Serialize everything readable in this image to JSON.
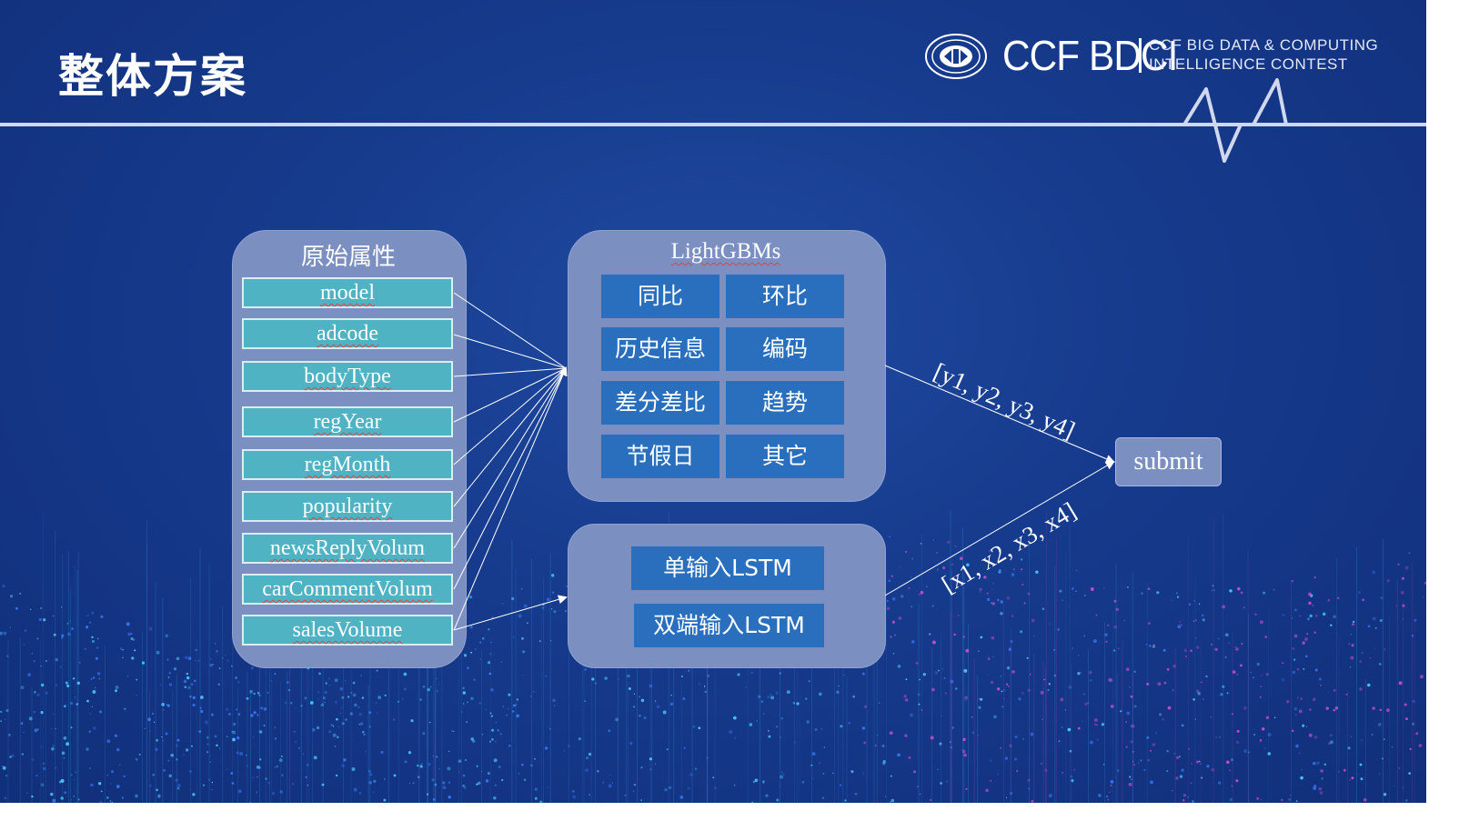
{
  "slide": {
    "title": "整体方案",
    "logo": {
      "emblem_icon": "ccf-emblem-icon",
      "wordmark": "CCF BDCI",
      "tagline_line1": "CCF BIG DATA & COMPUTING",
      "tagline_line2": "INTELLIGENCE CONTEST"
    }
  },
  "diagram": {
    "raw_attributes": {
      "title": "原始属性",
      "items": [
        "model",
        "adcode",
        "bodyType",
        "regYear",
        "regMonth",
        "popularity",
        "newsReplyVolum",
        "carCommentVolum",
        "salesVolume"
      ]
    },
    "lightgbm": {
      "title": "LightGBMs",
      "features": [
        "同比",
        "环比",
        "历史信息",
        "编码",
        "差分差比",
        "趋势",
        "节假日",
        "其它"
      ]
    },
    "lstm": {
      "items": [
        "单输入LSTM",
        "双端输入LSTM"
      ]
    },
    "output_upper": "[y1, y2, y3, y4]",
    "output_lower": "[x1, x2, x3, x4]",
    "submit": "submit"
  },
  "colors": {
    "background": "#163a8c",
    "panel": "#7b8fc1",
    "attribute_box": "#4fb3c4",
    "feature_box": "#2a6fbe",
    "line": "#ffffff"
  }
}
